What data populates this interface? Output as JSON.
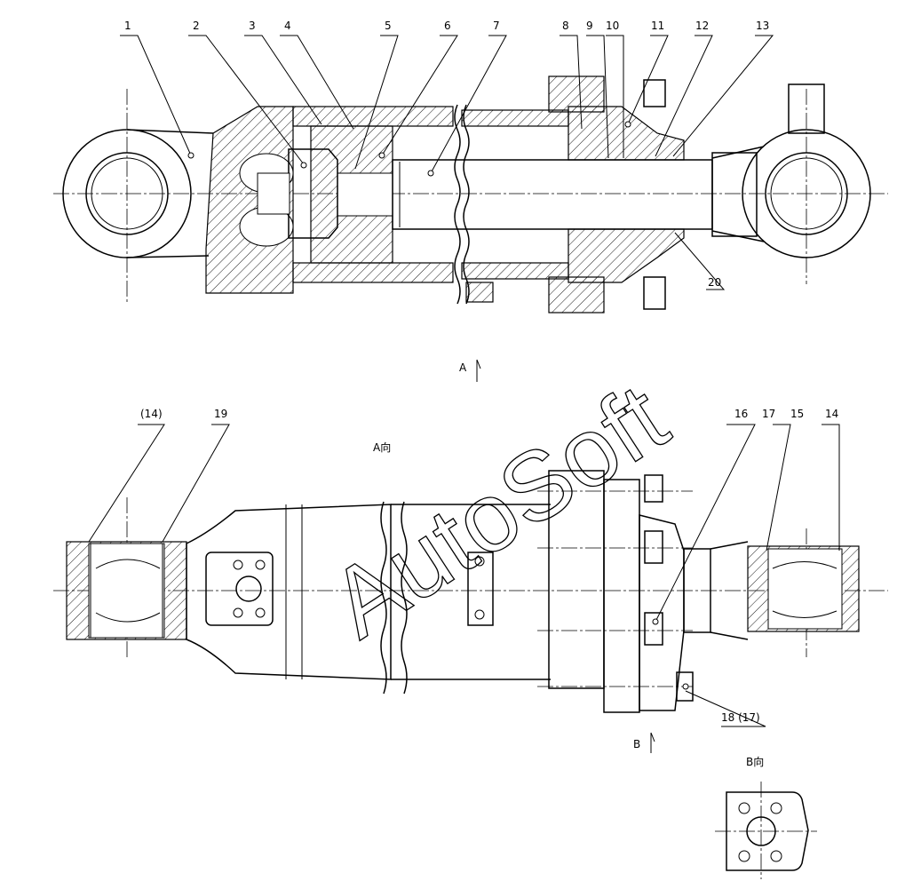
{
  "callouts": {
    "c1": "1",
    "c2": "2",
    "c3": "3",
    "c4": "4",
    "c5": "5",
    "c6": "6",
    "c7": "7",
    "c8": "8",
    "c9": "9",
    "c10": "10",
    "c11": "11",
    "c12": "12",
    "c13": "13",
    "c20": "20",
    "c14b": "(14)",
    "c19": "19",
    "c16": "16",
    "c17": "17",
    "c15": "15",
    "c14": "14",
    "c18": "18 (17)"
  },
  "views": {
    "a_mark": "A",
    "a_view": "A向",
    "b_mark": "B",
    "b_view": "B向"
  },
  "watermark": "AutoSoft"
}
